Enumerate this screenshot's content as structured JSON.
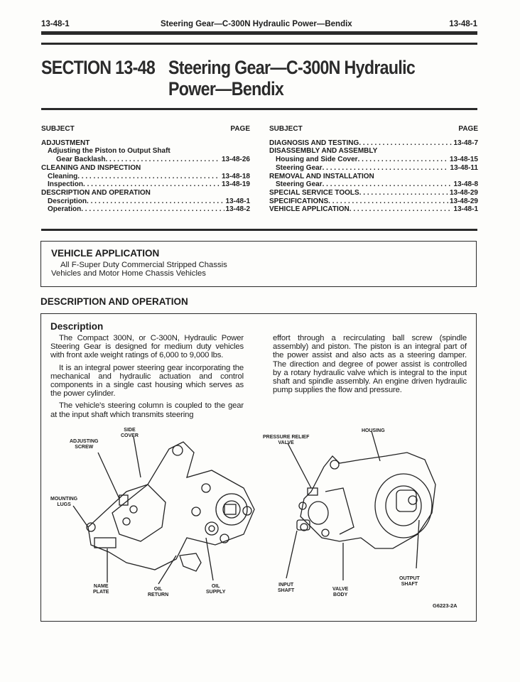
{
  "header": {
    "page_left": "13-48-1",
    "running_title": "Steering Gear—C-300N Hydraulic Power—Bendix",
    "page_right": "13-48-1"
  },
  "section": {
    "number": "SECTION 13-48",
    "title_line1": "Steering Gear—C-300N Hydraulic",
    "title_line2": "Power—Bendix"
  },
  "toc": {
    "subject_label": "SUBJECT",
    "page_label": "PAGE",
    "left": [
      {
        "label": "ADJUSTMENT",
        "page": "",
        "level": 0
      },
      {
        "label": "Adjusting the Piston to Output Shaft",
        "page": "",
        "level": 1
      },
      {
        "label": "Gear Backlash",
        "page": "13-48-26",
        "level": 2
      },
      {
        "label": "CLEANING AND INSPECTION",
        "page": "",
        "level": 0
      },
      {
        "label": "Cleaning",
        "page": "13-48-18",
        "level": 1
      },
      {
        "label": "Inspection",
        "page": "13-48-19",
        "level": 1
      },
      {
        "label": "DESCRIPTION AND OPERATION",
        "page": "",
        "level": 0
      },
      {
        "label": "Description",
        "page": "13-48-1",
        "level": 1
      },
      {
        "label": "Operation",
        "page": "13-48-2",
        "level": 1
      }
    ],
    "right": [
      {
        "label": "DIAGNOSIS AND TESTING",
        "page": "13-48-7",
        "level": 0
      },
      {
        "label": "DISASSEMBLY AND ASSEMBLY",
        "page": "",
        "level": 0
      },
      {
        "label": "Housing and Side Cover",
        "page": "13-48-15",
        "level": 1
      },
      {
        "label": "Steering Gear",
        "page": "13-48-11",
        "level": 1
      },
      {
        "label": "REMOVAL AND INSTALLATION",
        "page": "",
        "level": 0
      },
      {
        "label": "Steering Gear",
        "page": "13-48-8",
        "level": 1
      },
      {
        "label": "SPECIAL SERVICE TOOLS",
        "page": "13-48-29",
        "level": 0
      },
      {
        "label": "SPECIFICATIONS",
        "page": "13-48-29",
        "level": 0
      },
      {
        "label": "VEHICLE APPLICATION",
        "page": "13-48-1",
        "level": 0
      }
    ]
  },
  "vehicle_application": {
    "heading": "VEHICLE APPLICATION",
    "line1": "All F-Super Duty Commercial Stripped Chassis",
    "line2": "Vehicles and Motor Home Chassis Vehicles"
  },
  "description_operation": {
    "heading": "DESCRIPTION AND OPERATION",
    "subheading": "Description",
    "paragraphs_left": [
      "The Compact 300N, or C-300N, Hydraulic Power Steering Gear is designed for medium duty vehicles with front axle weight ratings of 6,000 to 9,000 lbs.",
      "It is an integral power steering gear incorporating the mechanical and hydraulic actuation and control components in a single cast housing which serves as the power cylinder.",
      "The vehicle's steering column is coupled to the gear at the input shaft which transmits steering"
    ],
    "paragraph_right": "effort through a recirculating ball screw (spindle assembly) and piston. The piston is an integral part of the power assist and also acts as a steering damper. The direction and degree of power assist is controlled by a rotary hydraulic valve which is integral to the input shaft and spindle assembly. An engine driven hydraulic pump supplies the flow and pressure."
  },
  "figure": {
    "left_callouts": {
      "side_cover": "SIDE\nCOVER",
      "adjusting_screw": "ADJUSTING\nSCREW",
      "mounting_lugs": "MOUNTING\nLUGS",
      "name_plate": "NAME\nPLATE",
      "oil_return": "OIL\nRETURN",
      "oil_supply": "OIL\nSUPPLY"
    },
    "right_callouts": {
      "pressure_relief_valve": "PRESSURE RELIEF\nVALVE",
      "housing": "HOUSING",
      "input_shaft": "INPUT\nSHAFT",
      "valve_body": "VALVE\nBODY",
      "output_shaft": "OUTPUT\nSHAFT"
    },
    "figure_id": "G6223-2A"
  }
}
